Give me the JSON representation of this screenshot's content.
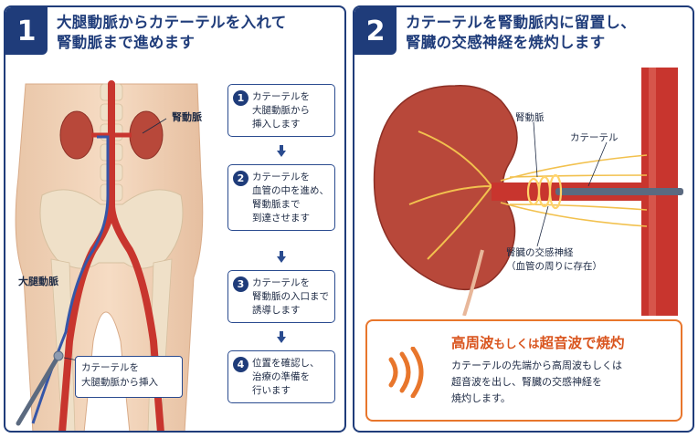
{
  "panel1": {
    "number": "1",
    "title_line1": "大腿動脈からカテーテルを入れて",
    "title_line2": "腎動脈まで進めます",
    "label_renal_artery": "腎動脈",
    "label_femoral_artery": "大腿動脈",
    "callout_line1": "カテーテルを",
    "callout_line2": "大腿動脈から挿入",
    "steps": [
      {
        "num": "1",
        "lines": [
          "カテーテルを",
          "大腿動脈から",
          "挿入します"
        ]
      },
      {
        "num": "2",
        "lines": [
          "カテーテルを",
          "血管の中を進め、",
          "腎動脈まで",
          "到達させます"
        ]
      },
      {
        "num": "3",
        "lines": [
          "カテーテルを",
          "腎動脈の入口まで",
          "誘導します"
        ]
      },
      {
        "num": "4",
        "lines": [
          "位置を確認し、",
          "治療の準備を",
          "行います"
        ]
      }
    ]
  },
  "panel2": {
    "number": "2",
    "title_line1": "カテーテルを腎動脈内に留置し、",
    "title_line2": "腎臓の交感神経を焼灼します",
    "label_renal_artery": "腎動脈",
    "label_catheter": "カテーテル",
    "label_nerve_line1": "腎臓の交感神経",
    "label_nerve_line2": "（血管の周りに存在）",
    "ablation": {
      "title_part1": "高周波",
      "title_part2": "もしくは",
      "title_part3": "超音波で焼灼",
      "body_line1": "カテーテルの先端から高周波もしくは",
      "body_line2": "超音波を出し、腎臓の交感神経を",
      "body_line3": "焼灼します。"
    }
  },
  "colors": {
    "navy": "#1f3c7a",
    "artery_red": "#c8352e",
    "vein_blue": "#3556a8",
    "ablation_orange": "#e8762c",
    "nerve_yellow": "#f2c14e"
  }
}
